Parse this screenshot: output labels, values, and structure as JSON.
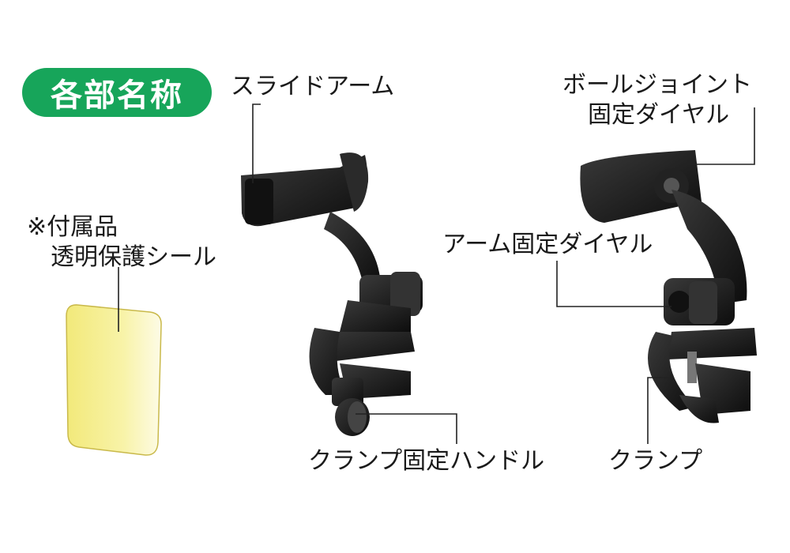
{
  "badge": {
    "text": "各部名称",
    "color": "#17a55a"
  },
  "labels": {
    "slide_arm": "スライドアーム",
    "ball_joint_line1": "ボールジョイント",
    "ball_joint_line2": "固定ダイヤル",
    "accessory_line1": "※付属品",
    "accessory_line2": "透明保護シール",
    "arm_dial": "アーム固定ダイヤル",
    "clamp_handle": "クランプ固定ハンドル",
    "clamp": "クランプ"
  },
  "colors": {
    "sticker": "#f6ef8e",
    "product": "#1c1c1c",
    "leader": "#222222"
  }
}
